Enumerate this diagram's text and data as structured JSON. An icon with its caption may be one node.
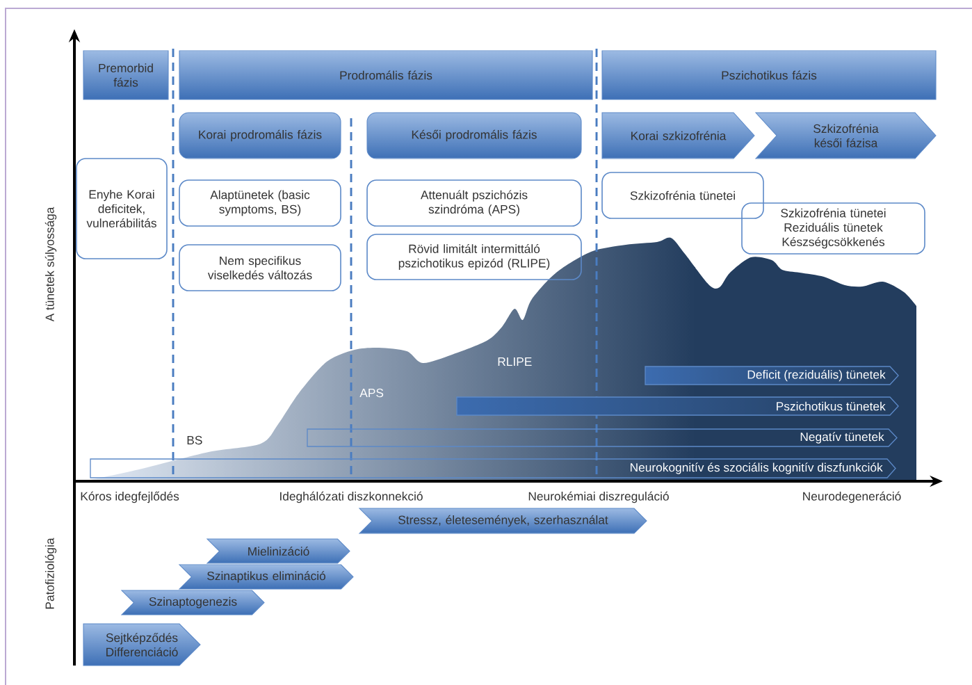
{
  "diagram": {
    "nodes": [
      {
        "text": [
          "Premorbid fázis"
        ]
      },
      {
        "text": [
          "Prodromális fázis"
        ]
      },
      {
        "text": [
          "Pszichotikus fázis"
        ]
      },
      {
        "text": [
          "Korai prodromális fázis"
        ]
      },
      {
        "text": [
          "Késői prodromális fázis"
        ]
      },
      {
        "text": [
          "Korai szkizofrénia"
        ]
      },
      {
        "text": [
          "Szkizofrénia késői fázisa"
        ]
      },
      {
        "text": [
          "Enyhe Korai deficitek, vulnerábilitás"
        ]
      },
      {
        "text": [
          "Alaptünetek (basic symptoms, BS)"
        ]
      },
      {
        "text": [
          "Attenuált pszichózis szindróma (APS)"
        ]
      },
      {
        "text": [
          "Nem specifikus viselkedés változás"
        ]
      },
      {
        "text": [
          "Rövid limitált intermittáló pszichotikus epizód (RLIPE)"
        ]
      },
      {
        "text": [
          "Szkizofrénia tünetei"
        ]
      },
      {
        "text": [
          "Szkizofrénia tünetei Reziduális tünetek Készségcsökkenés"
        ]
      },
      {
        "text": [
          "Deficit (reziduális) tünetek"
        ]
      },
      {
        "text": [
          "Pszichotikus tünetek"
        ]
      },
      {
        "text": [
          "Negatív tünetek"
        ]
      },
      {
        "text": [
          "Neurokognitív és szociális kognitív diszfunkciók"
        ]
      },
      {
        "text": [
          "Stressz, életesemények, szerhasználat"
        ]
      },
      {
        "text": [
          "Mielinizáció"
        ]
      },
      {
        "text": [
          "Szinaptikus elimináció"
        ]
      },
      {
        "text": [
          "Szinaptogenezis"
        ]
      },
      {
        "text": [
          "Sejtképződés Differenciáció"
        ]
      }
    ],
    "labels": [
      "A tünetek súlyossága",
      "Patofiziológia",
      "BS",
      "APS",
      "RLIPE",
      "Kóros idegfejlődés",
      "Ideghálózati diszkonnekció",
      "Neurokémiai diszreguláció",
      "Neurodegeneráció"
    ]
  }
}
